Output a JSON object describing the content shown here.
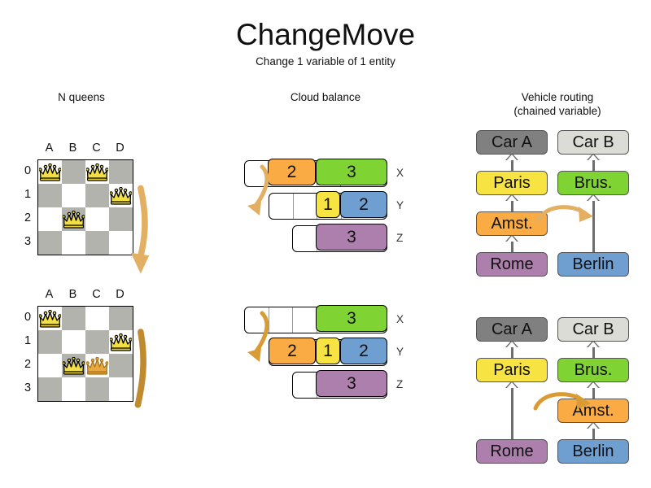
{
  "header": {
    "title": "ChangeMove",
    "subtitle": "Change 1 variable of 1 entity"
  },
  "sections": {
    "nqueens": "N queens",
    "cloud": "Cloud balance",
    "vrp_line1": "Vehicle routing",
    "vrp_line2": "(chained variable)"
  },
  "colors": {
    "orange": "#FBAB44",
    "green": "#7FD433",
    "yellow": "#F7E443",
    "blue": "#6F9FD1",
    "purple": "#AD7FAD",
    "dark_gray": "#808080",
    "light_gray": "#DCDCD6",
    "board_dark": "#b3b3ad",
    "board_light": "#ffffff",
    "arrow": "#E3AF63",
    "link_gray": "#6e6e6e"
  },
  "nqueens": {
    "files": [
      "A",
      "B",
      "C",
      "D"
    ],
    "ranks": [
      "0",
      "1",
      "2",
      "3"
    ],
    "before": {
      "queens": [
        {
          "file": "A",
          "rank": "0"
        },
        {
          "file": "C",
          "rank": "0"
        },
        {
          "file": "D",
          "rank": "1"
        },
        {
          "file": "B",
          "rank": "2"
        }
      ],
      "move": {
        "from_file": "C",
        "from_rank": "0",
        "to_file": "C",
        "to_rank": "2"
      }
    },
    "after": {
      "queens": [
        {
          "file": "A",
          "rank": "0"
        },
        {
          "file": "D",
          "rank": "1"
        },
        {
          "file": "B",
          "rank": "2"
        },
        {
          "file": "C",
          "rank": "2",
          "moved": true
        }
      ],
      "move": {
        "from_file": "C",
        "from_rank": "0",
        "to_file": "C",
        "to_rank": "2"
      }
    }
  },
  "cloud_balance": {
    "row_labels": [
      "X",
      "Y",
      "Z"
    ],
    "before": [
      {
        "label": "X",
        "processes": [
          {
            "value": "2",
            "color": "orange"
          },
          {
            "value": "3",
            "color": "green"
          }
        ]
      },
      {
        "label": "Y",
        "processes": [
          {
            "value": "1",
            "color": "yellow"
          },
          {
            "value": "2",
            "color": "blue"
          }
        ]
      },
      {
        "label": "Z",
        "processes": [
          {
            "value": "3",
            "color": "purple"
          }
        ]
      }
    ],
    "after": [
      {
        "label": "X",
        "processes": [
          {
            "value": "3",
            "color": "green"
          }
        ]
      },
      {
        "label": "Y",
        "processes": [
          {
            "value": "2",
            "color": "orange"
          },
          {
            "value": "1",
            "color": "yellow"
          },
          {
            "value": "2",
            "color": "blue"
          }
        ]
      },
      {
        "label": "Z",
        "processes": [
          {
            "value": "3",
            "color": "purple"
          }
        ]
      }
    ],
    "moved_process": "2"
  },
  "vehicle_routing": {
    "before": {
      "chain_a": [
        "Car A",
        "Paris",
        "Amst.",
        "Rome"
      ],
      "chain_b": [
        "Car B",
        "Brus.",
        "Berlin"
      ],
      "moved_node": "Amst."
    },
    "after": {
      "chain_a": [
        "Car A",
        "Paris",
        "Rome"
      ],
      "chain_b": [
        "Car B",
        "Brus.",
        "Amst.",
        "Berlin"
      ],
      "moved_node": "Amst."
    },
    "labels": {
      "car_a": "Car A",
      "car_b": "Car B",
      "paris": "Paris",
      "brus": "Brus.",
      "amst": "Amst.",
      "rome": "Rome",
      "berlin": "Berlin"
    }
  }
}
